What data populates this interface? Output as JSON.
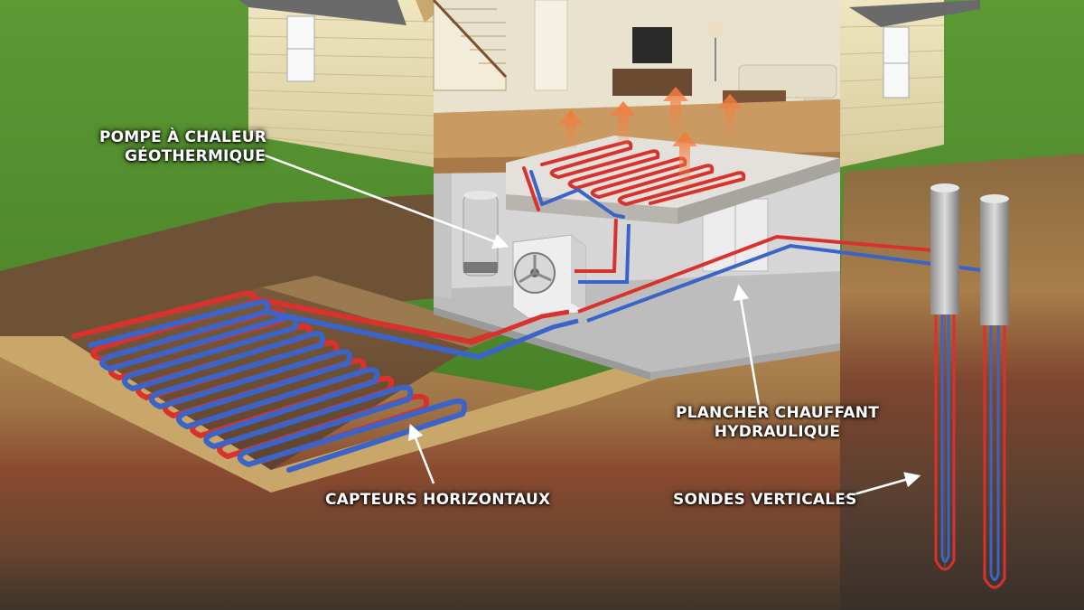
{
  "labels": {
    "pompe": {
      "line1": "POMPE À CHALEUR",
      "line2": "GÉOTHERMIQUE"
    },
    "plancher": {
      "line1": "PLANCHER CHAUFFANT",
      "line2": "HYDRAULIQUE"
    },
    "capteurs": "CAPTEURS HORIZONTAUX",
    "sondes": "SONDES VERTICALES"
  },
  "colors": {
    "hot_pipe": "#d8322c",
    "cold_pipe": "#3a64c8",
    "grass": "#4f8a2c",
    "soil_top": "#b89455",
    "soil_red": "#8a4a2e",
    "soil_dark": "#4a3e30",
    "siding": "#ece2b8",
    "heat_arrow": "#f08a4a"
  },
  "icons": [
    "heat-rising-arrow",
    "pointer-arrow",
    "heat-pump-fan-icon",
    "water-tank",
    "geothermal-probe"
  ]
}
